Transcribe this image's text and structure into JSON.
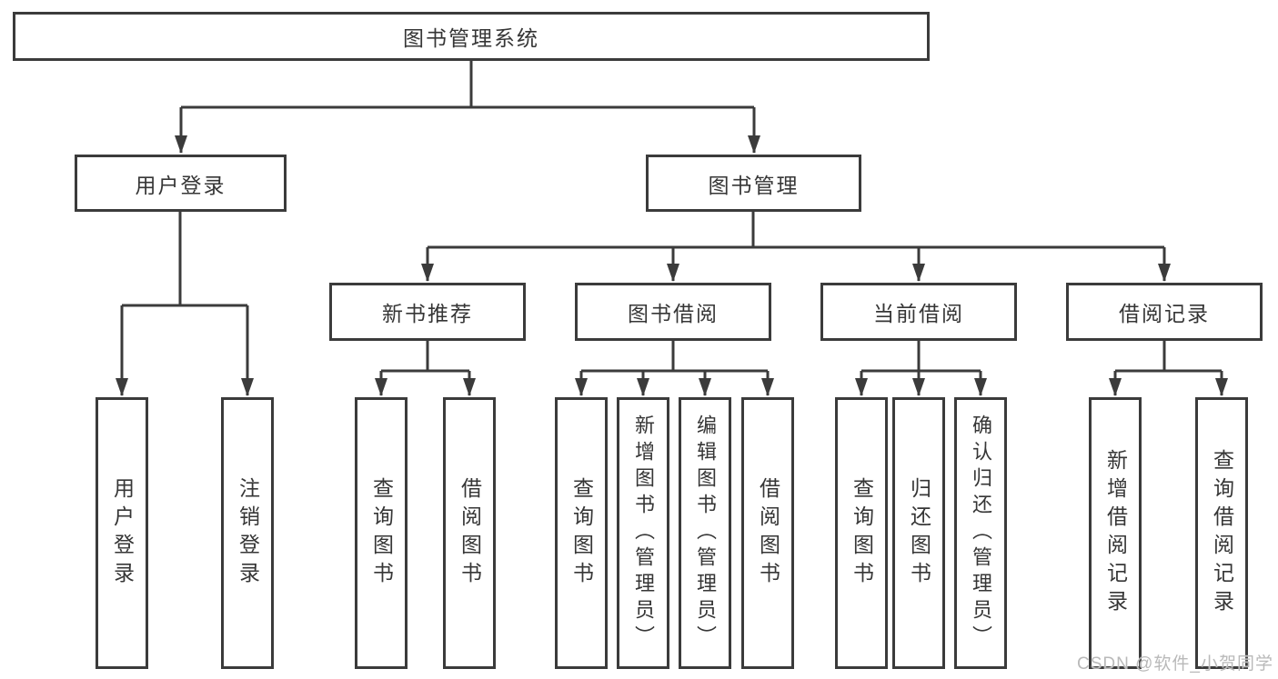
{
  "diagram": {
    "root": {
      "label": "图书管理系统"
    },
    "branches": [
      {
        "label": "用户登录",
        "children": [
          {
            "label": "用户登录"
          },
          {
            "label": "注销登录"
          }
        ]
      },
      {
        "label": "图书管理",
        "children": [
          {
            "label": "新书推荐",
            "children": [
              {
                "label": "查询图书"
              },
              {
                "label": "借阅图书"
              }
            ]
          },
          {
            "label": "图书借阅",
            "children": [
              {
                "label": "查询图书"
              },
              {
                "label": "新增图书（管理员）"
              },
              {
                "label": "编辑图书（管理员）"
              },
              {
                "label": "借阅图书"
              }
            ]
          },
          {
            "label": "当前借阅",
            "children": [
              {
                "label": "查询图书"
              },
              {
                "label": "归还图书"
              },
              {
                "label": "确认归还（管理员）"
              }
            ]
          },
          {
            "label": "借阅记录",
            "children": [
              {
                "label": "新增借阅记录"
              },
              {
                "label": "查询借阅记录"
              }
            ]
          }
        ]
      }
    ],
    "colors": {
      "line": "#3b3b3b",
      "box_border": "#3b3b3b",
      "box_fill": "#ffffff",
      "text": "#363636",
      "watermark": "#b9b9b9"
    }
  },
  "watermark": {
    "text": "CSDN @软件_小贺同学"
  }
}
